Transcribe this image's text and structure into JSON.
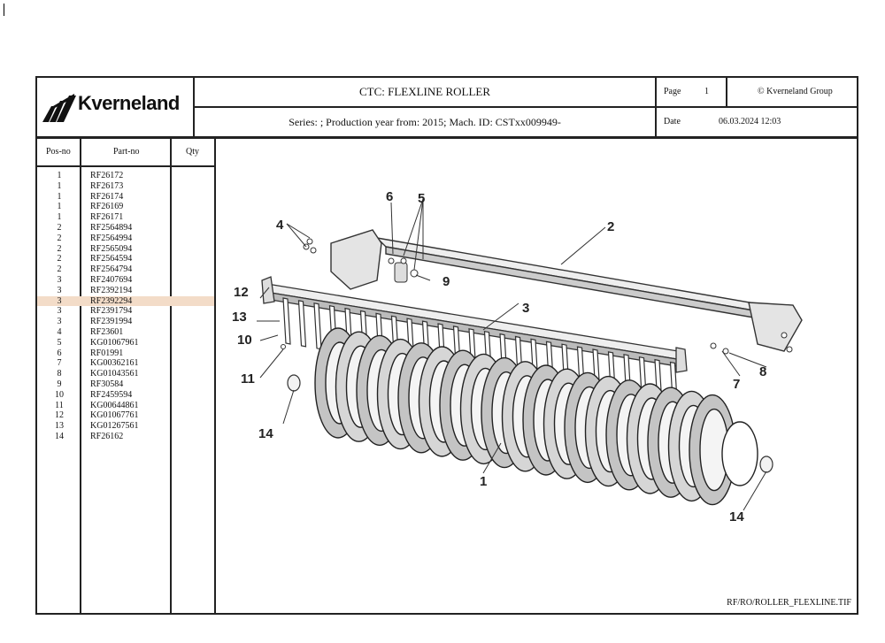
{
  "header": {
    "brand": "Kverneland",
    "title": "CTC: FLEXLINE ROLLER",
    "series": "Series: ; Production year from: 2015; Mach. ID: CSTxx009949-",
    "page_label": "Page",
    "page_value": "1",
    "copyright": "© Kverneland Group",
    "date_label": "Date",
    "date_value": "06.03.2024  12:03"
  },
  "table": {
    "col_pos": "Pos-no",
    "col_part": "Part-no",
    "col_qty": "Qty",
    "rows": [
      {
        "pos": "1",
        "part": "RF26172"
      },
      {
        "pos": "1",
        "part": "RF26173"
      },
      {
        "pos": "1",
        "part": "RF26174"
      },
      {
        "pos": "1",
        "part": "RF26169"
      },
      {
        "pos": "1",
        "part": "RF26171"
      },
      {
        "pos": "2",
        "part": "RF2564894"
      },
      {
        "pos": "2",
        "part": "RF2564994"
      },
      {
        "pos": "2",
        "part": "RF2565094"
      },
      {
        "pos": "2",
        "part": "RF2564594"
      },
      {
        "pos": "2",
        "part": "RF2564794"
      },
      {
        "pos": "3",
        "part": "RF2407694"
      },
      {
        "pos": "3",
        "part": "RF2392194"
      },
      {
        "pos": "3",
        "part": "RF2392294"
      },
      {
        "pos": "3",
        "part": "RF2391794"
      },
      {
        "pos": "3",
        "part": "RF2391994"
      },
      {
        "pos": "4",
        "part": "RF23601"
      },
      {
        "pos": "5",
        "part": "KG01067961"
      },
      {
        "pos": "6",
        "part": "RF01991"
      },
      {
        "pos": "7",
        "part": "KG00362161"
      },
      {
        "pos": "8",
        "part": "KG01043561"
      },
      {
        "pos": "9",
        "part": "RF30584"
      },
      {
        "pos": "10",
        "part": "RF2459594"
      },
      {
        "pos": "11",
        "part": "KG00644861"
      },
      {
        "pos": "12",
        "part": "KG01067761"
      },
      {
        "pos": "13",
        "part": "KG01267561"
      },
      {
        "pos": "14",
        "part": "RF26162"
      }
    ],
    "highlight_color": "#f3dcc8"
  },
  "drawing": {
    "callouts": [
      "1",
      "2",
      "3",
      "4",
      "5",
      "6",
      "7",
      "8",
      "9",
      "10",
      "11",
      "12",
      "13",
      "14",
      "14"
    ],
    "file_ref": "RF/RO/ROLLER_FLEXLINE.TIF"
  }
}
